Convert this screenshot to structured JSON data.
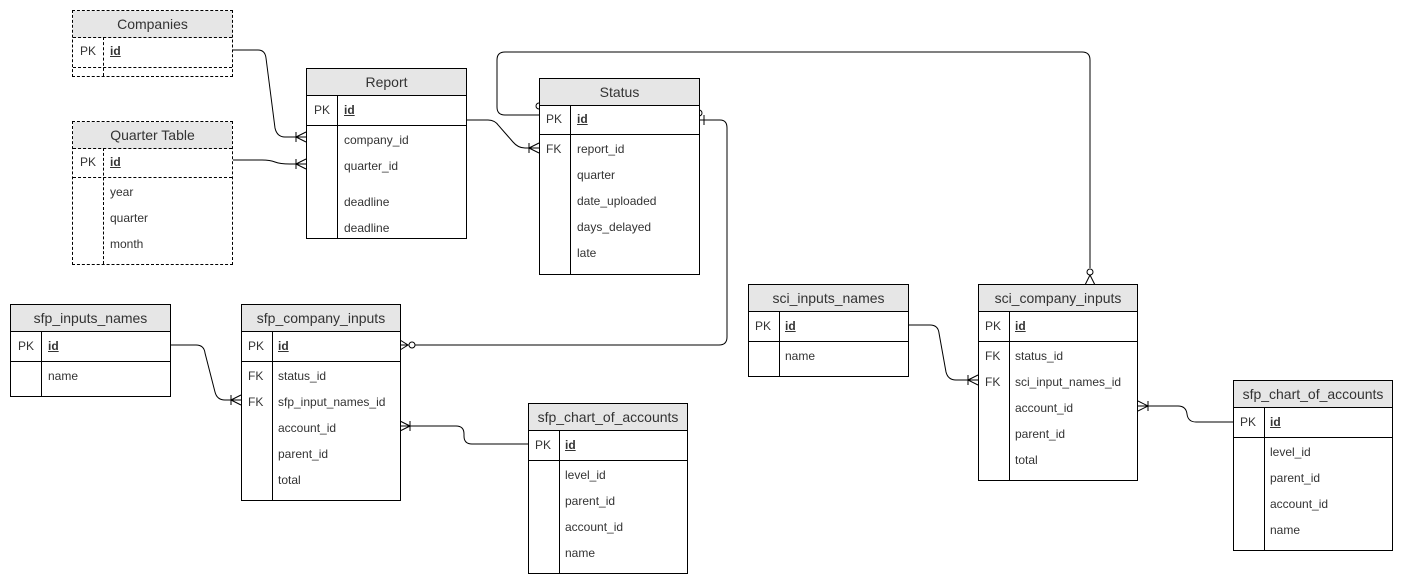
{
  "entities": {
    "companies": {
      "title": "Companies",
      "k0": "PK",
      "f0": "id"
    },
    "quarter_table": {
      "title": "Quarter Table",
      "k0": "PK",
      "f0": "id",
      "f1": "year",
      "f2": "quarter",
      "f3": "month"
    },
    "report": {
      "title": "Report",
      "k0": "PK",
      "f0": "id",
      "f1": "company_id",
      "f2": "quarter_id",
      "f3": "deadline",
      "f4": "deadline"
    },
    "status": {
      "title": "Status",
      "k0": "PK",
      "f0": "id",
      "k1": "FK",
      "f1": "report_id",
      "f2": "quarter",
      "f3": "date_uploaded",
      "f4": "days_delayed",
      "f5": "late"
    },
    "sfp_inputs_names": {
      "title": "sfp_inputs_names",
      "k0": "PK",
      "f0": "id",
      "f1": "name"
    },
    "sfp_company_inputs": {
      "title": "sfp_company_inputs",
      "k0": "PK",
      "f0": "id",
      "k1": "FK",
      "f1": "status_id",
      "k2": "FK",
      "f2": "sfp_input_names_id",
      "f3": "account_id",
      "f4": "parent_id",
      "f5": "total"
    },
    "sfp_chart_of_accounts_1": {
      "title": "sfp_chart_of_accounts",
      "k0": "PK",
      "f0": "id",
      "f1": "level_id",
      "f2": "parent_id",
      "f3": "account_id",
      "f4": "name"
    },
    "sci_inputs_names": {
      "title": "sci_inputs_names",
      "k0": "PK",
      "f0": "id",
      "f1": "name"
    },
    "sci_company_inputs": {
      "title": "sci_company_inputs",
      "k0": "PK",
      "f0": "id",
      "k1": "FK",
      "f1": "status_id",
      "k2": "FK",
      "f2": "sci_input_names_id",
      "f3": "account_id",
      "f4": "parent_id",
      "f5": "total"
    },
    "sfp_chart_of_accounts_2": {
      "title": "sfp_chart_of_accounts",
      "k0": "PK",
      "f0": "id",
      "f1": "level_id",
      "f2": "parent_id",
      "f3": "account_id",
      "f4": "name"
    }
  }
}
